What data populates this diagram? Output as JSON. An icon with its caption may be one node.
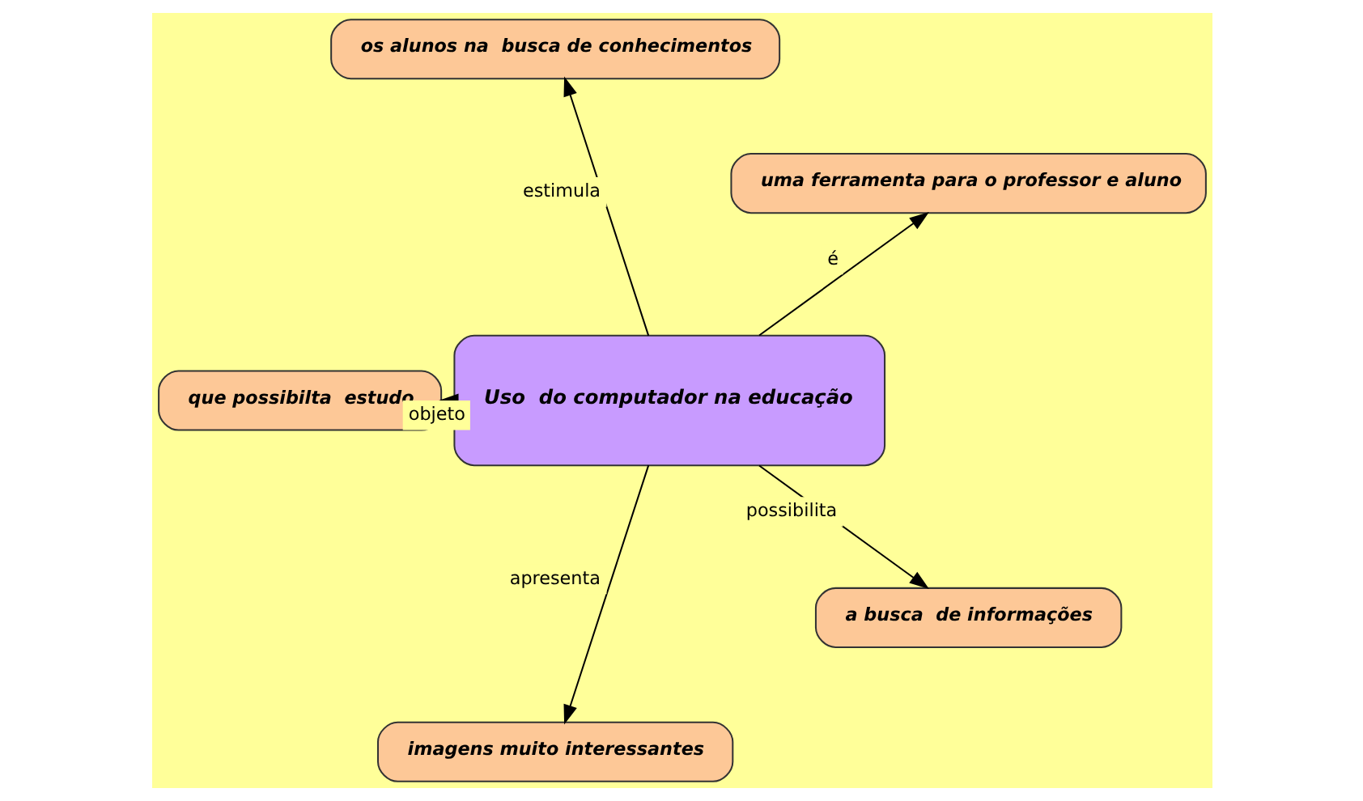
{
  "diagram": {
    "nodes": [
      {
        "text": [
          "uma ferramenta para o professor e aluno"
        ]
      },
      {
        "text": [
          "os alunos na  busca de conhecimentos"
        ]
      },
      {
        "text": [
          "que possibilta  estudo"
        ]
      },
      {
        "text": [
          "Uso  do computador na educação"
        ]
      },
      {
        "text": [
          "imagens muito interessantes"
        ]
      },
      {
        "text": [
          "a busca  de informações"
        ]
      }
    ],
    "edges": [
      {
        "from": 3,
        "to": 1,
        "arrow": "to",
        "label": "estimula"
      },
      {
        "from": 3,
        "to": 0,
        "arrow": "to",
        "label": "é"
      },
      {
        "from": 3,
        "to": 2,
        "arrow": "to",
        "label": "objeto"
      },
      {
        "from": 3,
        "to": 4,
        "arrow": "to",
        "label": "apresenta"
      },
      {
        "from": 3,
        "to": 5,
        "arrow": "to",
        "label": "possibilita"
      }
    ]
  }
}
